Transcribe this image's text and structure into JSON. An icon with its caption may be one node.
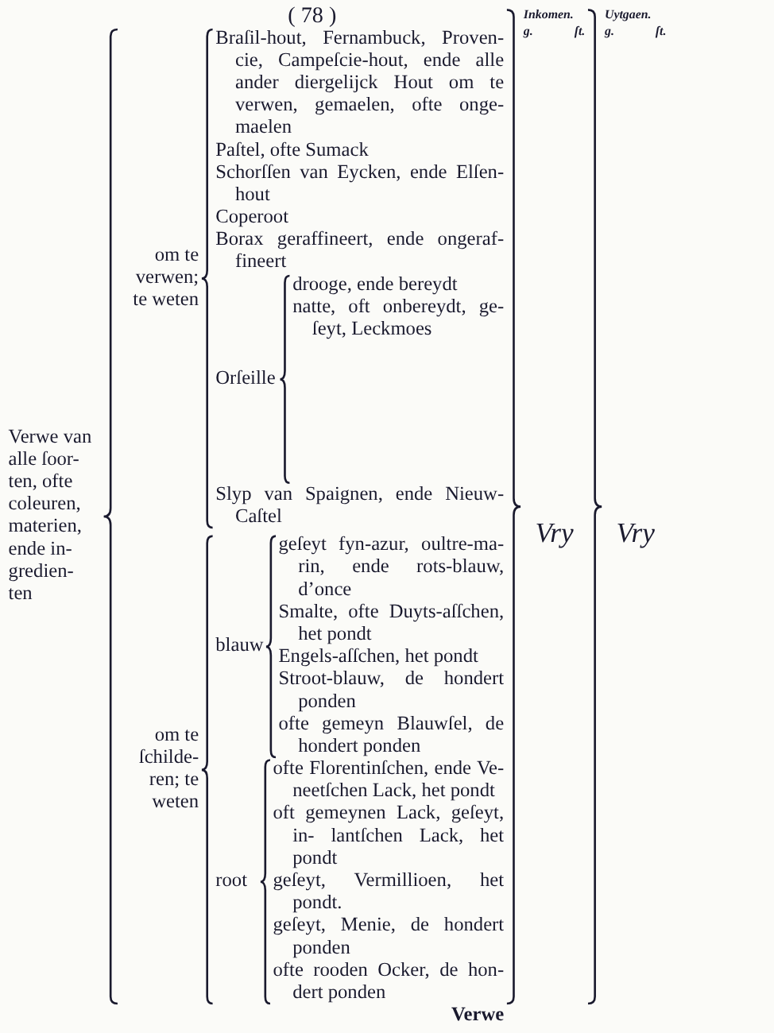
{
  "diagram": {
    "labels": [
      "( 78 )",
      "Inkomen.",
      "Uytgaen.",
      "g.",
      "ſt.",
      "g.",
      "ſt.",
      "Verwe van alle ſoor- ten, ofte coleuren, materien, ende in- gredien- ten",
      "om te verwen; te weten",
      "Braſil-hout, Fernambuck, Proven- cie, Campeſcie-hout, ende alle ander diergelijck Hout om te verwen, gemaelen, ofte onge- maelen",
      "Paſtel, ofte Sumack",
      "Schorſſen van Eycken, ende Elſen- hout",
      "Coperoot",
      "Borax geraffineert, ende ongeraf- fineert",
      "Orſeille",
      "drooge, ende bereydt",
      "natte, oft onbereydt, ge- ſeyt, Leckmoes",
      "Slyp van Spaignen, ende Nieuw- Caſtel",
      "om te ſchilde- ren; te weten",
      "blauw",
      "geſeyt fyn-azur, oultre-ma- rin, ende rots-blauw, d’once",
      "Smalte, ofte Duyts-aſſchen, het pondt",
      "Engels-aſſchen, het pondt",
      "Stroot-blauw, de hondert ponden",
      "ofte gemeyn Blauwſel, de hondert ponden",
      "root",
      "ofte Florentinſchen, ende Ve- neetſchen Lack, het pondt",
      "oft gemeynen Lack, geſeyt, in- lantſchen Lack, het pondt",
      "geſeyt, Vermillioen, het pondt.",
      "geſeyt, Menie, de hondert ponden",
      "ofte rooden Ocker, de hon- dert ponden",
      "Vry",
      "Vry",
      "Verwe"
    ]
  }
}
